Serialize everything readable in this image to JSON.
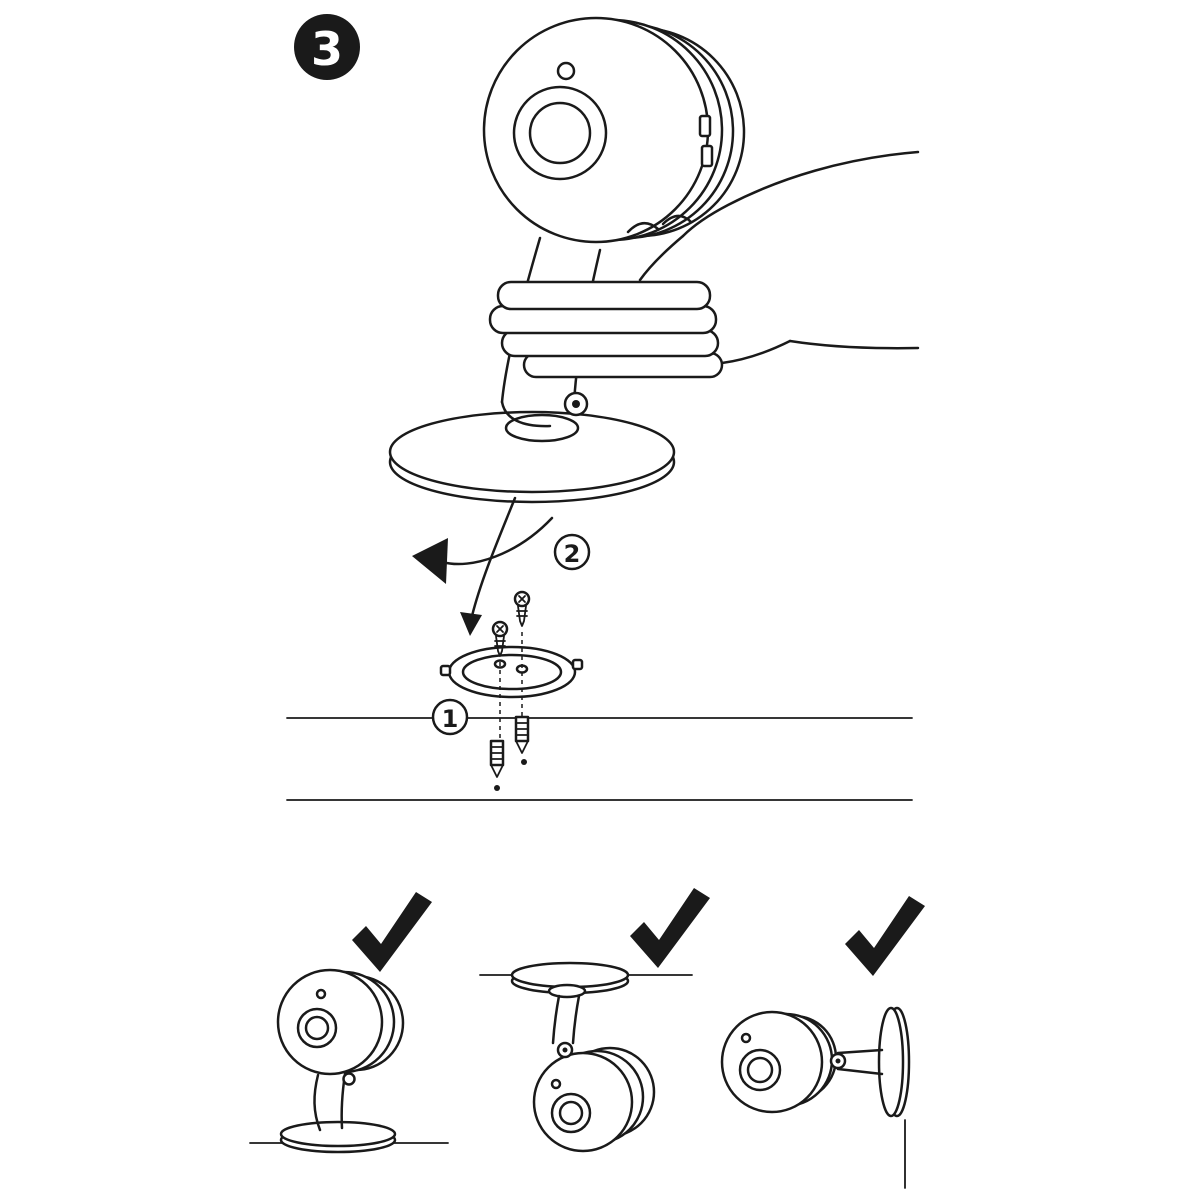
{
  "page": {
    "background": "#ffffff"
  },
  "colors": {
    "ink": "#1a1a1a",
    "badge_bg": "#1a1a1a",
    "badge_text": "#ffffff"
  },
  "badges": {
    "step": "3",
    "substep_plate": "1",
    "substep_rotate": "2"
  },
  "icons": {
    "checkmark": "✓",
    "rotate_arrow": "curved-counterclockwise-arrow",
    "down_arrow": "curved-down-arrow",
    "screw": "mounting-screw",
    "wall_anchor": "wall-anchor"
  },
  "illustrations": {
    "main": "hand-placing-camera-on-stand",
    "plate": "mounting-plate-with-screws-and-anchors",
    "orientations": [
      "desk-mount",
      "ceiling-mount",
      "wall-mount"
    ]
  }
}
